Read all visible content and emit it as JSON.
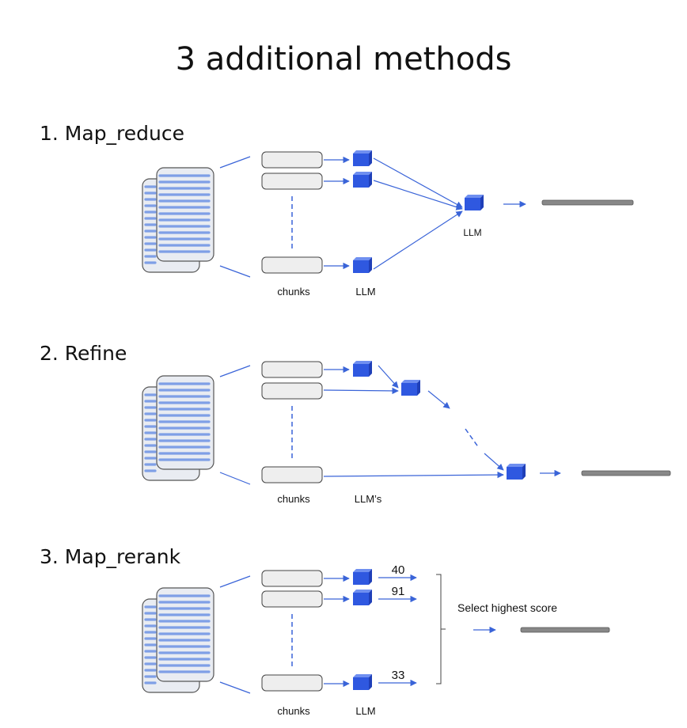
{
  "title": "3 additional methods",
  "sections": [
    {
      "heading": "1. Map_reduce",
      "chunks_label": "chunks",
      "llm_label": "LLM",
      "final_llm_label": "LLM"
    },
    {
      "heading": "2. Refine",
      "chunks_label": "chunks",
      "llm_label": "LLM’s"
    },
    {
      "heading": "3. Map_rerank",
      "chunks_label": "chunks",
      "llm_label": "LLM",
      "scores": [
        "40",
        "91",
        "33"
      ],
      "select_label": "Select highest score"
    }
  ],
  "colors": {
    "llm_blue": "#2f58e0",
    "arrow_blue": "#3a64d8",
    "doc_lines": "#7f9fe6",
    "doc_fill": "#e9ecf2",
    "chunk_fill": "#eeeeee",
    "output_bar": "#888888"
  }
}
